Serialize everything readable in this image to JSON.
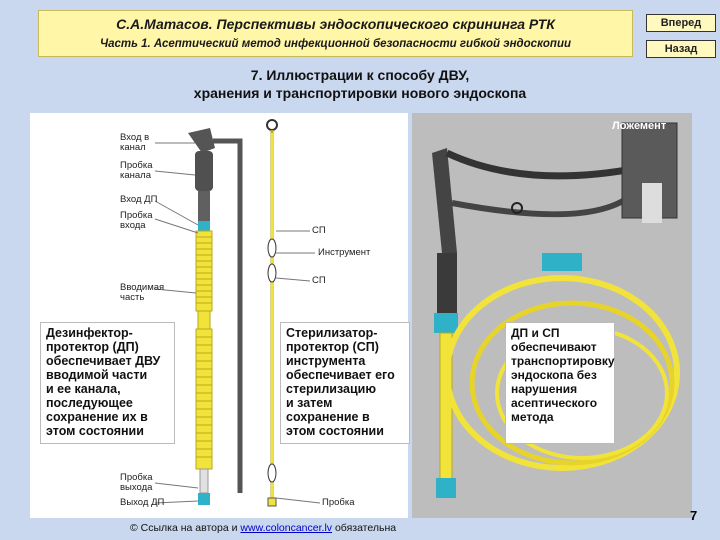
{
  "header": {
    "title": "С.А.Матасов. Перспективы эндоскопического скрининга РТК",
    "subtitle": "Часть 1. Асептический метод инфекционной безопасности гибкой эндоскопии"
  },
  "nav": {
    "forward": "Вперед",
    "back": "Назад"
  },
  "slide": {
    "title_line1": "7. Иллюстрации к способу ДВУ,",
    "title_line2": "хранения и транспортировки нового эндоскопа"
  },
  "left_labels": {
    "inlet_channel": "Вход в\nканал",
    "channel_plug": "Пробка\nканала",
    "inlet_dp": "Вход ДП",
    "inlet_plug": "Пробка\nвхода",
    "inserted_part": "Вводимая\nчасть",
    "outlet_plug": "Пробка\nвыхода",
    "outlet_dp": "Выход ДП"
  },
  "middle_labels": {
    "sp_top": "СП",
    "instrument": "Инструмент",
    "sp_bottom": "СП",
    "plug": "Пробка"
  },
  "right_labels": {
    "lodgement": "Ложемент"
  },
  "text_boxes": {
    "disinfector": "Дезинфектор-\nпротектор (ДП)\nобеспечивает ДВУ\nвводимой части\nи ее канала,\nпоследующее\nсохранение их в\nэтом состоянии",
    "sterilizer": "Стерилизатор-\nпротектор (СП)\nинструмента\nобеспечивает его\nстерилизацию\nи затем\nсохранение в\nэтом состоянии",
    "transport": "ДП и СП\nобеспечивают\nтранспортировку\nэндоскопа без\nнарушения\nасептического\nметода"
  },
  "footer": {
    "prefix": "© Ссылка на автора и ",
    "link": "www.coloncancer.lv",
    "suffix": " обязательна"
  },
  "page_number": "7",
  "colors": {
    "background": "#c9d8ee",
    "header": "#fff6a8",
    "tube": "#f2e33a",
    "cyan": "#2fb2c8",
    "dark": "#4a4a4a"
  }
}
